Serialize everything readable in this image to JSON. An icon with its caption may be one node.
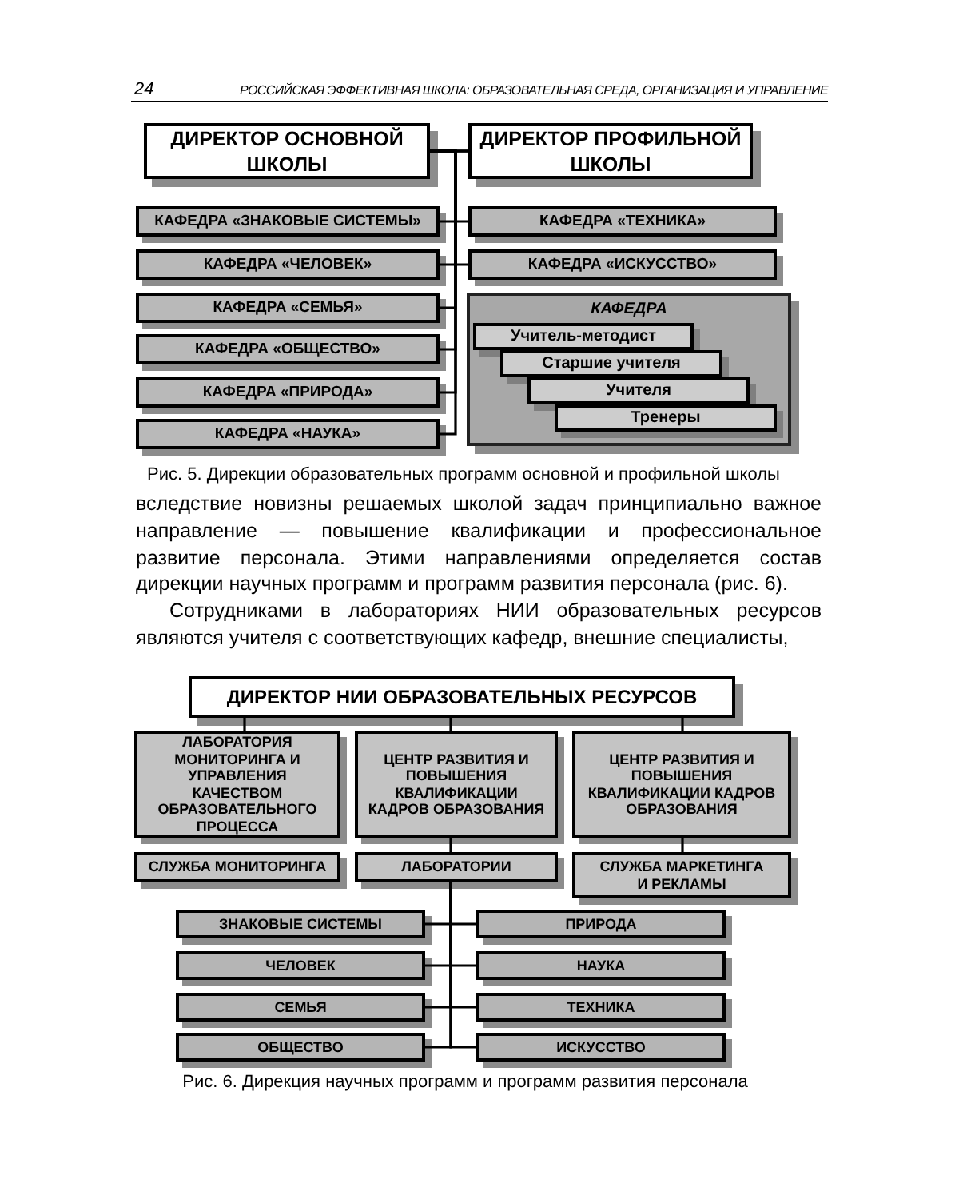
{
  "diagram": {
    "nodes": [
      {
        "text": [
          "ДИРЕКТОР ОСНОВНОЙ ШКОЛЫ"
        ]
      },
      {
        "text": [
          "ДИРЕКТОР ПРОФИЛЬНОЙ ШКОЛЫ"
        ]
      },
      {
        "text": [
          "КАФЕДРА «ЗНАКОВЫЕ СИСТЕМЫ»"
        ]
      },
      {
        "text": [
          "КАФЕДРА «ЧЕЛОВЕК»"
        ]
      },
      {
        "text": [
          "КАФЕДРА «СЕМЬЯ»"
        ]
      },
      {
        "text": [
          "КАФЕДРА «ОБЩЕСТВО»"
        ]
      },
      {
        "text": [
          "КАФЕДРА «ПРИРОДА»"
        ]
      },
      {
        "text": [
          "КАФЕДРА «НАУКА»"
        ]
      },
      {
        "text": [
          "КАФЕДРА «ТЕХНИКА»"
        ]
      },
      {
        "text": [
          "КАФЕДРА «ИСКУССТВО»"
        ]
      },
      {
        "text": [
          "КАФЕДРА"
        ]
      },
      {
        "text": [
          "Учитель-методист"
        ],
        "in": 10
      },
      {
        "text": [
          "Старшие учителя"
        ],
        "in": 10
      },
      {
        "text": [
          "Учителя"
        ],
        "in": 10
      },
      {
        "text": [
          "Тренеры"
        ],
        "in": 10
      },
      {
        "text": [
          "ДИРЕКТОР НИИ ОБРАЗОВАТЕЛЬНЫХ РЕСУРСОВ"
        ]
      },
      {
        "text": [
          "ЛАБОРАТОРИЯ МОНИТОРИНГА И УПРАВЛЕНИЯ КАЧЕСТВОМ ОБРАЗОВАТЕЛЬНОГО ПРОЦЕССА"
        ]
      },
      {
        "text": [
          "ЦЕНТР РАЗВИТИЯ И ПОВЫШЕНИЯ КВАЛИФИКАЦИИ КАДРОВ ОБРАЗОВАНИЯ"
        ]
      },
      {
        "text": [
          "ЦЕНТР РАЗВИТИЯ И ПОВЫШЕНИЯ КВАЛИФИКАЦИИ КАДРОВ ОБРАЗОВАНИЯ"
        ]
      },
      {
        "text": [
          "СЛУЖБА МОНИТОРИНГА"
        ]
      },
      {
        "text": [
          "ЛАБОРАТОРИИ"
        ]
      },
      {
        "text": [
          "СЛУЖБА МАРКЕТИНГА И РЕКЛАМЫ"
        ]
      },
      {
        "text": [
          "ЗНАКОВЫЕ СИСТЕМЫ"
        ]
      },
      {
        "text": [
          "ЧЕЛОВЕК"
        ]
      },
      {
        "text": [
          "СЕМЬЯ"
        ]
      },
      {
        "text": [
          "ОБЩЕСТВО"
        ]
      },
      {
        "text": [
          "ПРИРОДА"
        ]
      },
      {
        "text": [
          "НАУКА"
        ]
      },
      {
        "text": [
          "ТЕХНИКА"
        ]
      },
      {
        "text": [
          "ИСКУССТВО"
        ]
      }
    ],
    "edges": [
      {
        "from": 0,
        "to": 1,
        "arrow": "none"
      },
      {
        "from": 0,
        "to": 2,
        "arrow": "none"
      },
      {
        "from": 0,
        "to": 3,
        "arrow": "none"
      },
      {
        "from": 0,
        "to": 4,
        "arrow": "none"
      },
      {
        "from": 0,
        "to": 5,
        "arrow": "none"
      },
      {
        "from": 0,
        "to": 6,
        "arrow": "none"
      },
      {
        "from": 0,
        "to": 7,
        "arrow": "none"
      },
      {
        "from": 1,
        "to": 8,
        "arrow": "none"
      },
      {
        "from": 1,
        "to": 9,
        "arrow": "none"
      },
      {
        "from": 15,
        "to": 16,
        "arrow": "none"
      },
      {
        "from": 15,
        "to": 17,
        "arrow": "none"
      },
      {
        "from": 15,
        "to": 18,
        "arrow": "none"
      },
      {
        "from": 17,
        "to": 20,
        "arrow": "none"
      },
      {
        "from": 18,
        "to": 21,
        "arrow": "none"
      },
      {
        "from": 20,
        "to": 22,
        "arrow": "none"
      },
      {
        "from": 20,
        "to": 23,
        "arrow": "none"
      },
      {
        "from": 20,
        "to": 24,
        "arrow": "none"
      },
      {
        "from": 20,
        "to": 25,
        "arrow": "none"
      },
      {
        "from": 20,
        "to": 26,
        "arrow": "none"
      },
      {
        "from": 20,
        "to": 27,
        "arrow": "none"
      },
      {
        "from": 20,
        "to": 28,
        "arrow": "none"
      },
      {
        "from": 20,
        "to": 29,
        "arrow": "none"
      }
    ],
    "labels": [
      "24",
      "РОССИЙСКАЯ ЭФФЕКТИВНАЯ ШКОЛА: ОБРАЗОВАТЕЛЬНАЯ СРЕДА, ОРГАНИЗАЦИЯ И УПРАВЛЕНИЕ",
      "Рис. 5. Дирекции образовательных программ основной и профильной школы",
      "вследствие новизны решаемых школой задач принципиально важное направление — повышение квалификации и профессиональное развитие персонала. Этими направлениями определяется состав дирекции научных программ и программ развития персонала (рис. 6).",
      "Сотрудниками в лабораториях НИИ образовательных ресурсов являются учителя с соответствующих кафедр, внешние специалисты,",
      "Рис. 6. Дирекция научных программ и программ развития персонала"
    ]
  }
}
